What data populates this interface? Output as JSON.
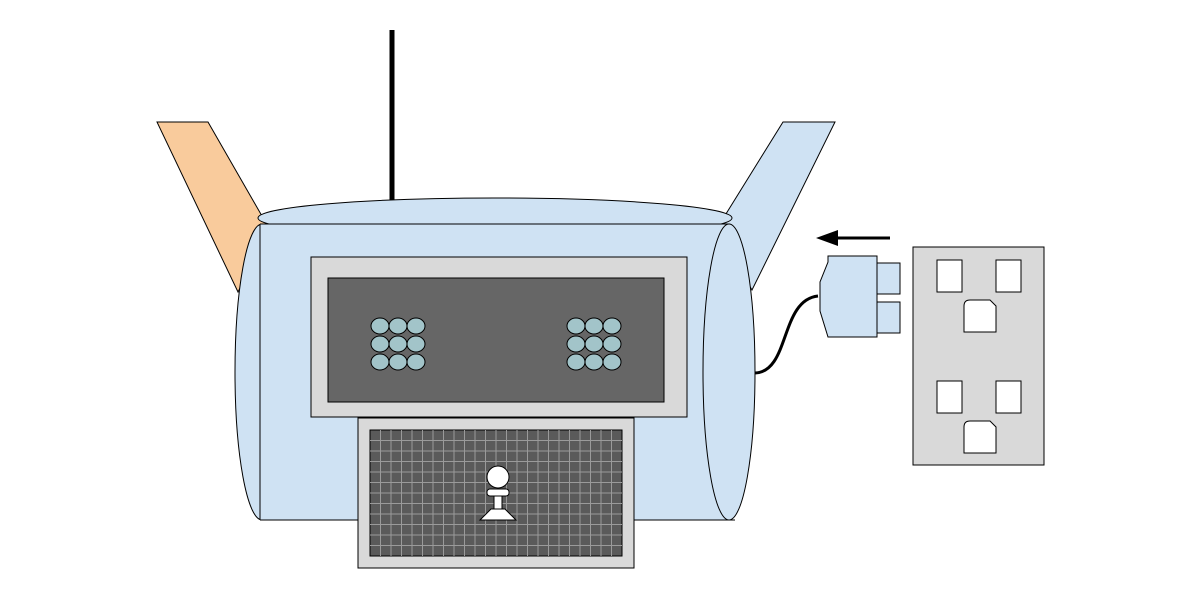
{
  "colors": {
    "background": "#ffffff",
    "body_fill": "#cfe2f3",
    "left_arm_fill": "#f9cb9c",
    "right_arm_fill": "#cfe2f3",
    "stroke": "#000000",
    "screen_bezel": "#d9d9d9",
    "screen": "#666666",
    "eye_dot_fill": "#a2c4c9",
    "grille_fill": "#5a5a5a",
    "grille_line": "#9a9a9a",
    "figure_fill": "#ffffff",
    "plug_fill": "#cfe2f3",
    "outlet_fill": "#d9d9d9",
    "outlet_slot_fill": "#ffffff",
    "cable": "#000000",
    "arrow": "#000000"
  },
  "diagram": {
    "subject": "robot-device",
    "eye_dots_per_side": 9,
    "outlets": 2
  }
}
